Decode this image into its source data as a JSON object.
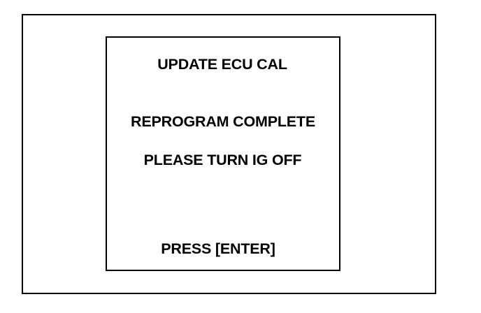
{
  "screen": {
    "title": "UPDATE ECU CAL",
    "message_line_1": "REPROGRAM COMPLETE",
    "message_line_2": "PLEASE TURN IG OFF",
    "prompt": "PRESS [ENTER]"
  },
  "colors": {
    "border": "#000000",
    "background": "#ffffff",
    "text": "#000000"
  }
}
